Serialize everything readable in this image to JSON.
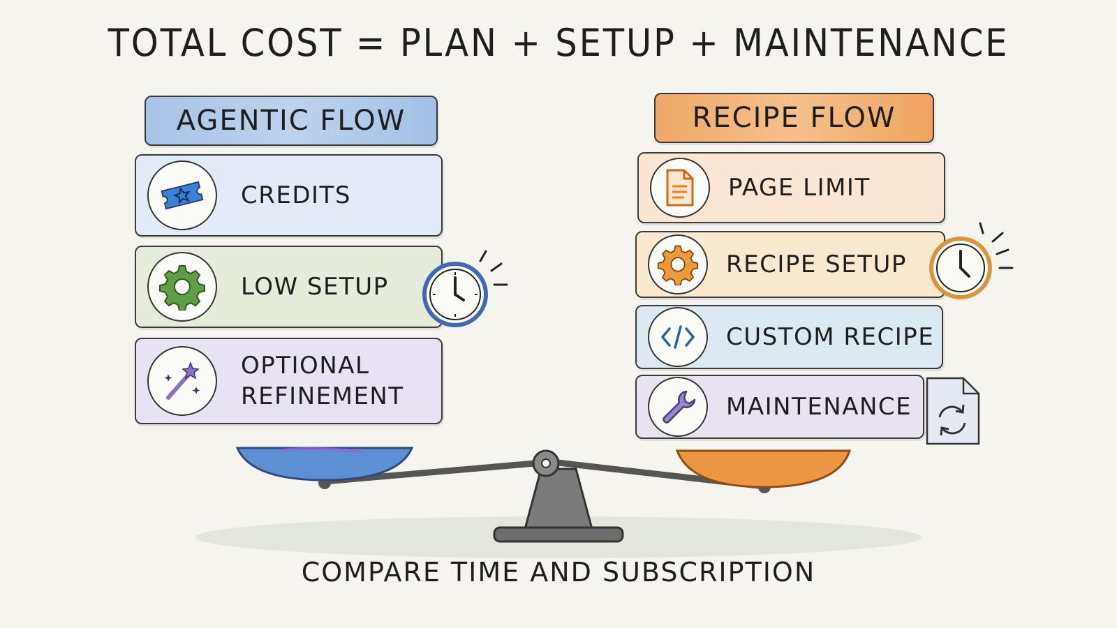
{
  "title": "TOTAL COST = PLAN + SETUP + MAINTENANCE",
  "left": {
    "header": "AGENTIC FLOW",
    "items": [
      {
        "label": "CREDITS",
        "icon": "ticket-icon"
      },
      {
        "label": "LOW SETUP",
        "icon": "gear-icon"
      },
      {
        "label_line1": "OPTIONAL",
        "label_line2": "REFINEMENT",
        "icon": "magic-wand-icon"
      }
    ]
  },
  "right": {
    "header": "RECIPE FLOW",
    "items": [
      {
        "label": "PAGE LIMIT",
        "icon": "document-icon"
      },
      {
        "label": "RECIPE SETUP",
        "icon": "gear-icon"
      },
      {
        "label": "CUSTOM RECIPE",
        "icon": "code-icon"
      },
      {
        "label": "MAINTENANCE",
        "icon": "wrench-icon"
      }
    ]
  },
  "footer": "COMPARE TIME AND SUBSCRIPTION",
  "colors": {
    "agentic": "#a9c6e8",
    "recipe": "#f2b27a",
    "credits_bg": "#e3ecf6",
    "setup_bg": "#e6ecdc",
    "refine_bg": "#e8e3f2",
    "page_bg": "#fbe6d3",
    "recipe_setup_bg": "#fbe9cf",
    "custom_bg": "#dde9f1",
    "maint_bg": "#e9e3f1",
    "blue_pan": "#5d8fd3",
    "orange_pan": "#ec9643"
  }
}
